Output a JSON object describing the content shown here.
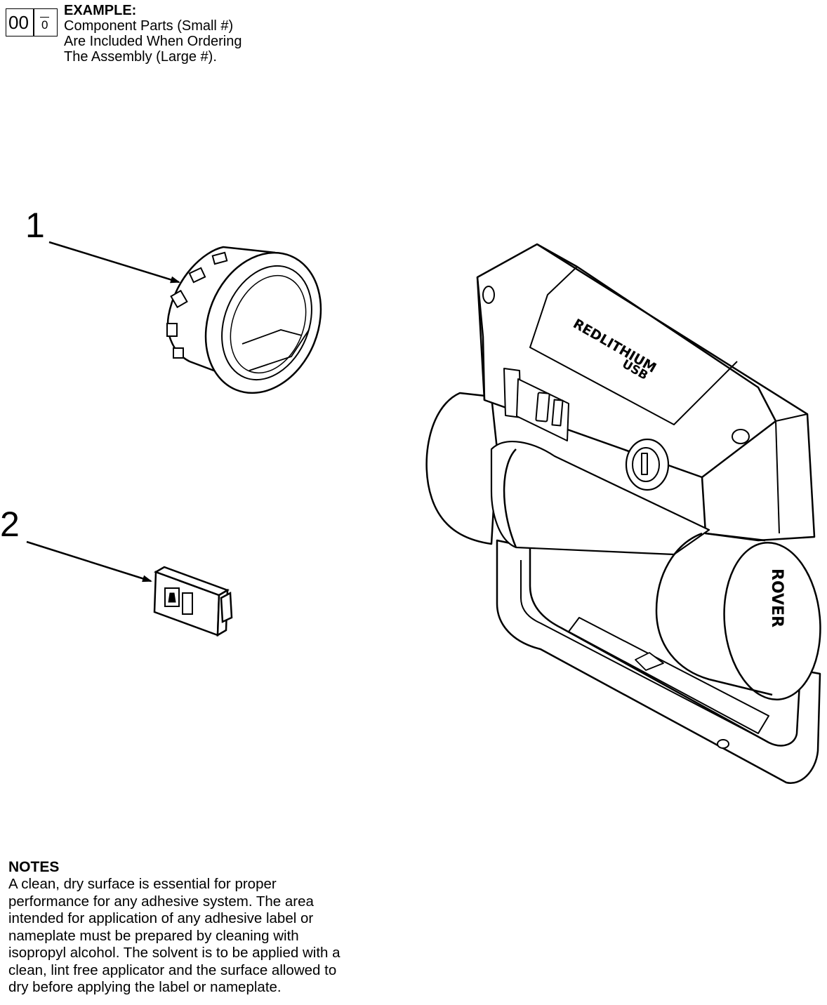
{
  "legend": {
    "assembly_number": "00",
    "component_number": "0",
    "title": "EXAMPLE:",
    "lines": [
      "Component Parts (Small #)",
      "Are Included When Ordering",
      "The Assembly (Large #)."
    ]
  },
  "callouts": [
    "1",
    "2"
  ],
  "assembly": {
    "label_redlithium": "REDLITHIUM",
    "label_usb": "USB",
    "label_rover": "ROVER"
  },
  "notes": {
    "title": "NOTES",
    "lines": [
      "A clean, dry surface is essential for proper",
      "performance for any adhesive system. The area",
      "intended for application of any adhesive label or",
      "nameplate must be prepared by cleaning with",
      "isopropyl alcohol. The solvent is to be applied with a",
      "clean, lint free applicator and the surface allowed to",
      "dry before applying the label or nameplate."
    ]
  }
}
